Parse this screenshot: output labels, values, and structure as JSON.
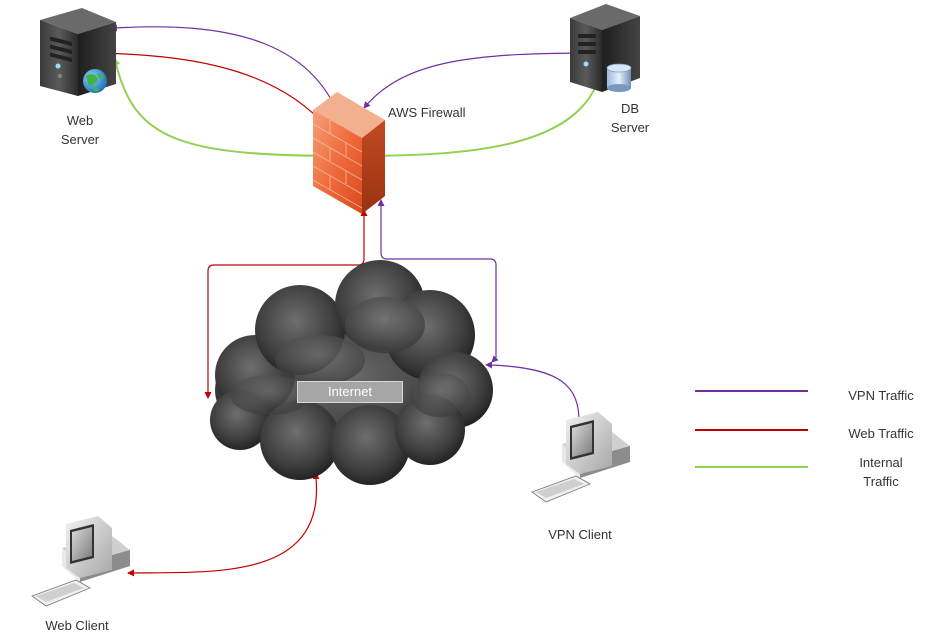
{
  "nodes": {
    "web_server": "Web\nServer",
    "db_server": "DB\nServer",
    "firewall": "AWS Firewall",
    "internet": "Internet",
    "vpn_client": "VPN Client",
    "web_client": "Web Client"
  },
  "legend": [
    {
      "label": "VPN Traffic",
      "color": "#7030a0"
    },
    {
      "label": "Web Traffic",
      "color": "#c00000"
    },
    {
      "label": "Internal\nTraffic",
      "color": "#92d050"
    }
  ],
  "colors": {
    "vpn": "#7030a0",
    "web": "#c00000",
    "internal": "#92d050"
  },
  "icons": [
    "server-icon",
    "globe-icon",
    "database-icon",
    "firewall-icon",
    "cloud-icon",
    "desktop-computer-icon"
  ]
}
